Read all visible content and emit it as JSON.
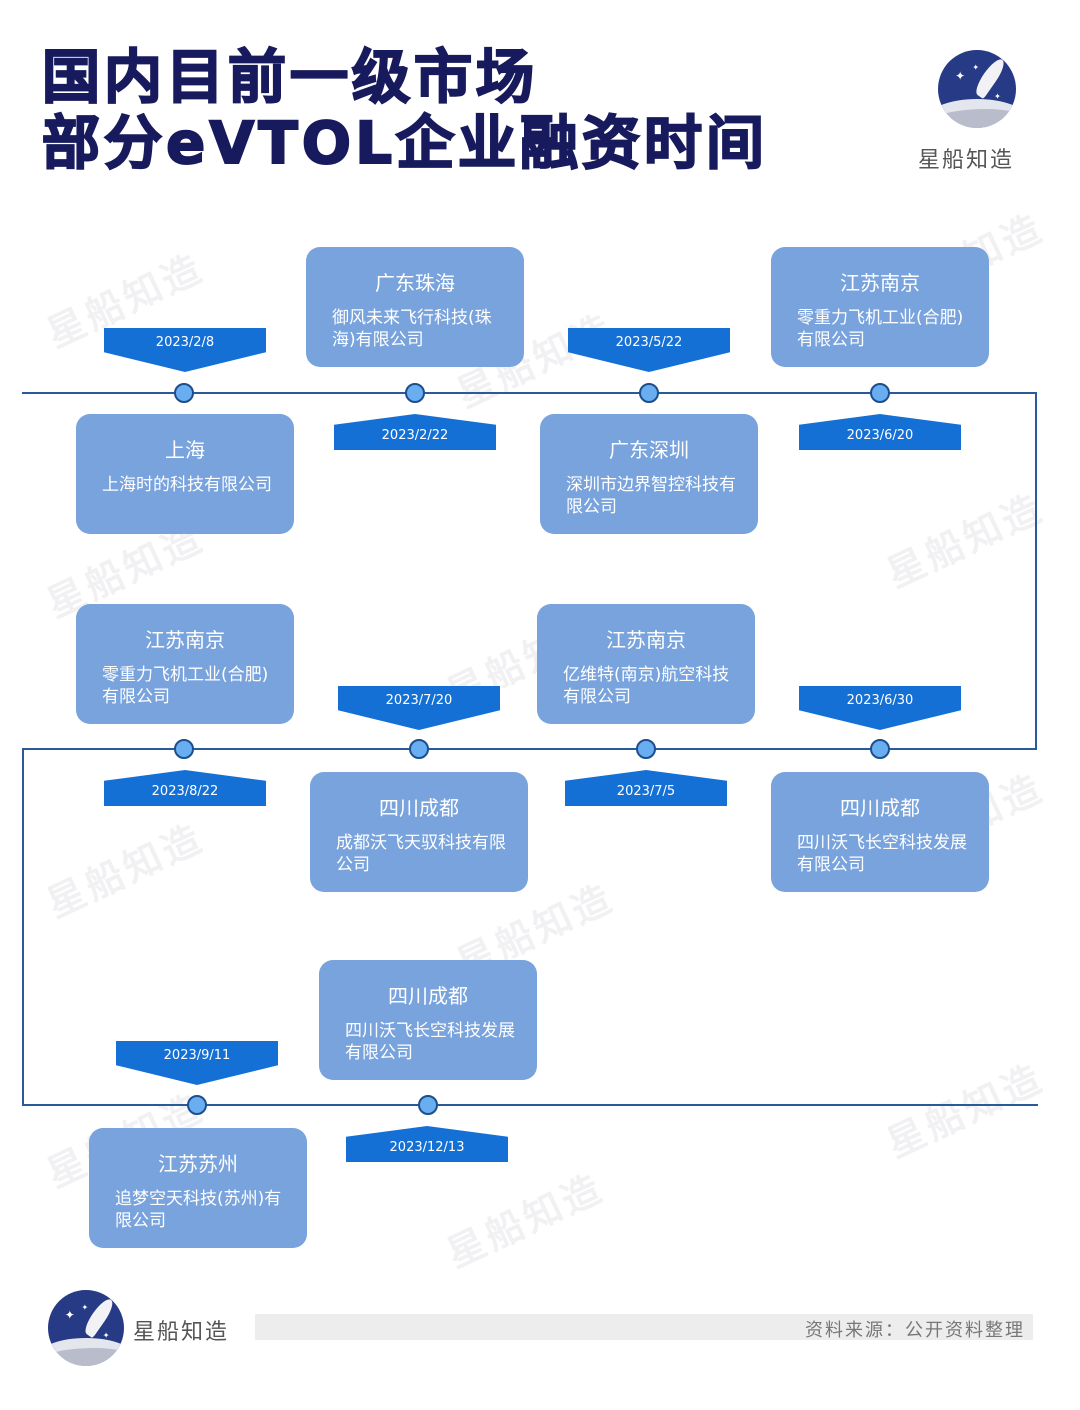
{
  "title": {
    "line1": "国内目前一级市场",
    "line2": "部分eVTOL企业融资时间"
  },
  "brand": {
    "name": "星船知造",
    "watermark": "星船知造"
  },
  "source": "资料来源：公开资料整理",
  "colors": {
    "title": "#171a5c",
    "box": "#79a3dd",
    "flag": "#1570d6",
    "line": "#2a5a9a",
    "dot": "#6aaef2"
  },
  "events": [
    {
      "date": "2023/2/8",
      "city": "上海",
      "company": "上海时的科技有限公司"
    },
    {
      "date": "2023/2/22",
      "city": "广东珠海",
      "company": "御风未来飞行科技(珠海)有限公司"
    },
    {
      "date": "2023/5/22",
      "city": "广东深圳",
      "company": "深圳市边界智控科技有限公司"
    },
    {
      "date": "2023/6/20",
      "city": "江苏南京",
      "company": "零重力飞机工业(合肥)有限公司"
    },
    {
      "date": "2023/6/30",
      "city": "四川成都",
      "company": "四川沃飞长空科技发展有限公司"
    },
    {
      "date": "2023/7/5",
      "city": "江苏南京",
      "company": "亿维特(南京)航空科技有限公司"
    },
    {
      "date": "2023/7/20",
      "city": "四川成都",
      "company": "成都沃飞天驭科技有限公司"
    },
    {
      "date": "2023/8/22",
      "city": "江苏南京",
      "company": "零重力飞机工业(合肥)有限公司"
    },
    {
      "date": "2023/9/11",
      "city": "江苏苏州",
      "company": "追梦空天科技(苏州)有限公司"
    },
    {
      "date": "2023/12/13",
      "city": "四川成都",
      "company": "四川沃飞长空科技发展有限公司"
    }
  ]
}
